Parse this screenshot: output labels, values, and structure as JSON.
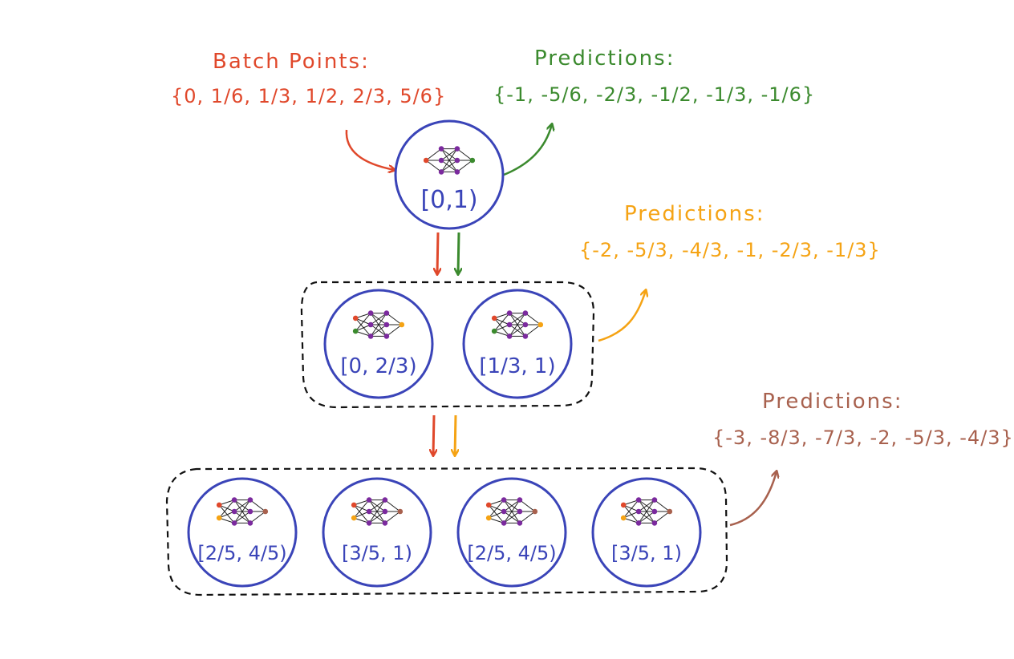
{
  "colors": {
    "node": "#3a44b8",
    "batch": "#e0482b",
    "level0": "#3b8a2e",
    "level1": "#f5a314",
    "level2": "#a8614e",
    "net_hidden": "#7b2a9e",
    "dashed": "#111111"
  },
  "batch": {
    "title": "Batch Points:",
    "set": "{0, 1/6, 1/3, 1/2, 2/3, 5/6}"
  },
  "predictions": [
    {
      "title": "Predictions:",
      "set": "{-1, -5/6, -2/3, -1/2, -1/3, -1/6}"
    },
    {
      "title": "Predictions:",
      "set": "{-2, -5/3, -4/3, -1, -2/3, -1/3}"
    },
    {
      "title": "Predictions:",
      "set": "{-3, -8/3, -7/3, -2, -5/3, -4/3}"
    }
  ],
  "nodes": {
    "root": {
      "label": "[0,1)"
    },
    "level1": [
      {
        "label": "[0, 2/3)"
      },
      {
        "label": "[1/3, 1)"
      }
    ],
    "level2": [
      {
        "label": "[2/5, 4/5)"
      },
      {
        "label": "[3/5, 1)"
      },
      {
        "label": "[2/5, 4/5)"
      },
      {
        "label": "[3/5, 1)"
      }
    ]
  }
}
